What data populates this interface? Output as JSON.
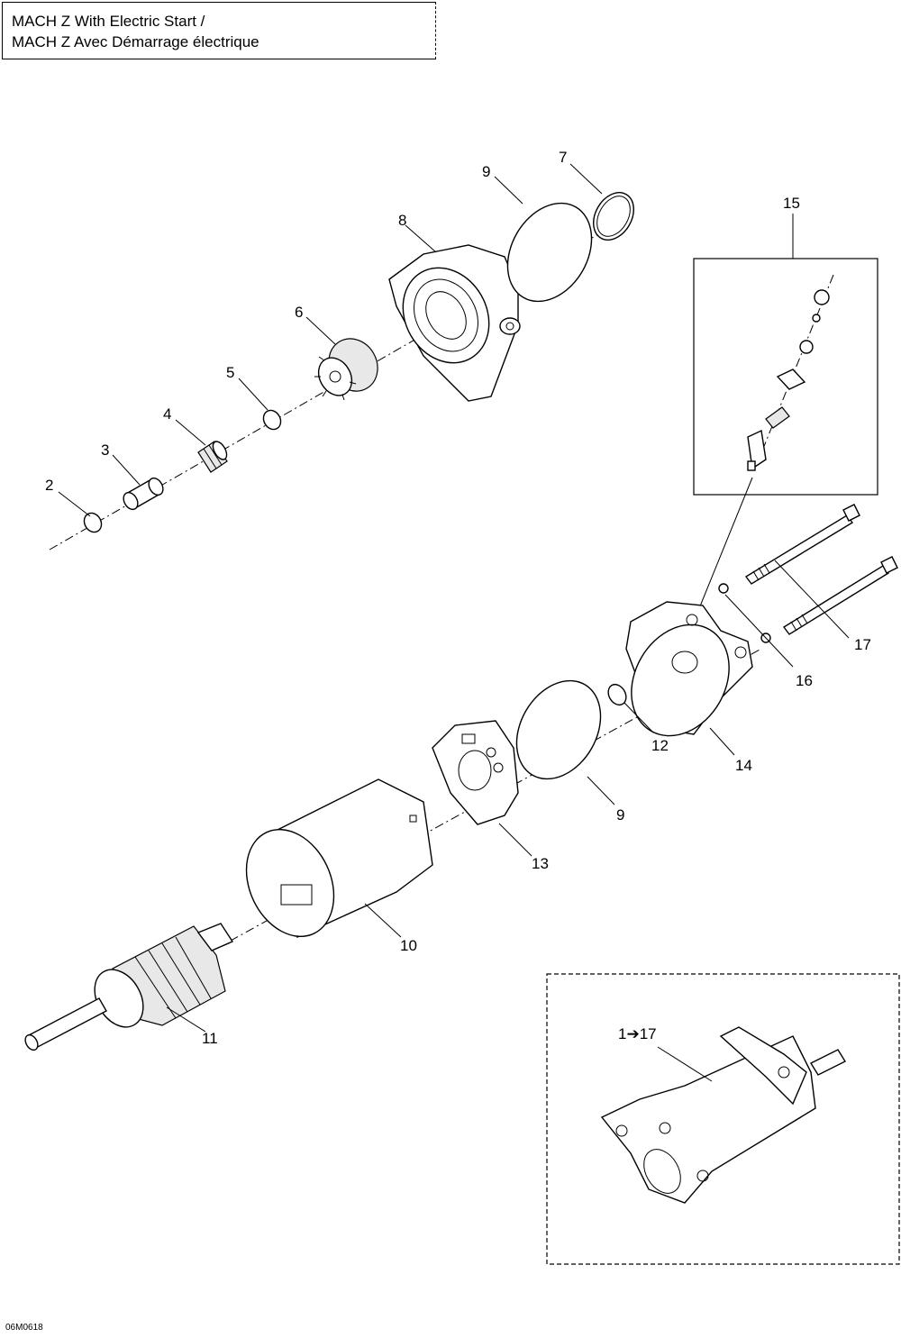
{
  "header": {
    "line1": "MACH Z  With Electric Start /",
    "line2": "MACH Z  Avec Démarrage électrique"
  },
  "callouts": {
    "p2": "2",
    "p3": "3",
    "p4": "4",
    "p5": "5",
    "p6": "6",
    "p7": "7",
    "p8": "8",
    "p9a": "9",
    "p9b": "9",
    "p10": "10",
    "p11": "11",
    "p12": "12",
    "p13": "13",
    "p14": "14",
    "p15": "15",
    "p16": "16",
    "p17": "17",
    "assembly": "1➔17"
  },
  "figure_code": "06M0618"
}
